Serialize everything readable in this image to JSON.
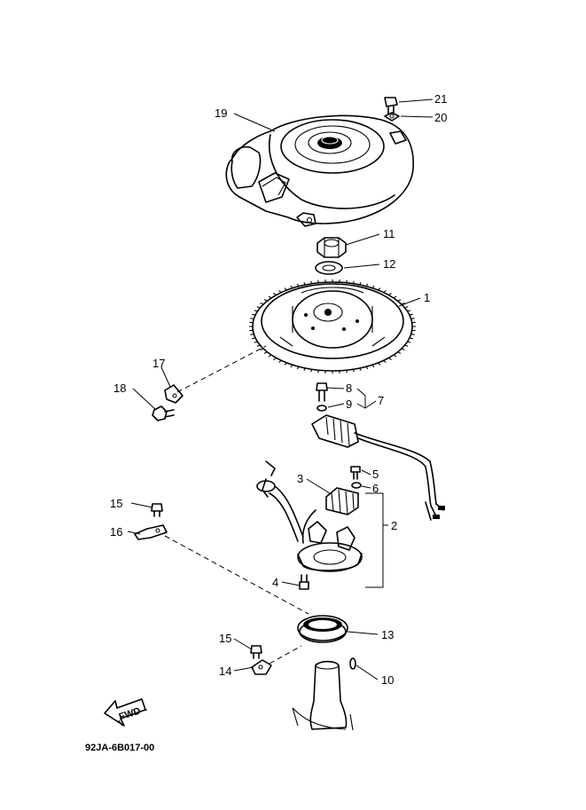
{
  "callouts": {
    "c1": "1",
    "c2": "2",
    "c3": "3",
    "c4": "4",
    "c5": "5",
    "c6": "6",
    "c7": "7",
    "c8": "8",
    "c9": "9",
    "c10": "10",
    "c11": "11",
    "c12": "12",
    "c13": "13",
    "c14": "14",
    "c15a": "15",
    "c15b": "15",
    "c16": "16",
    "c17": "17",
    "c18": "18",
    "c19": "19",
    "c20": "20",
    "c21": "21"
  },
  "arrow_text": "FWD",
  "diagram_code": "92JA-6B017-00"
}
